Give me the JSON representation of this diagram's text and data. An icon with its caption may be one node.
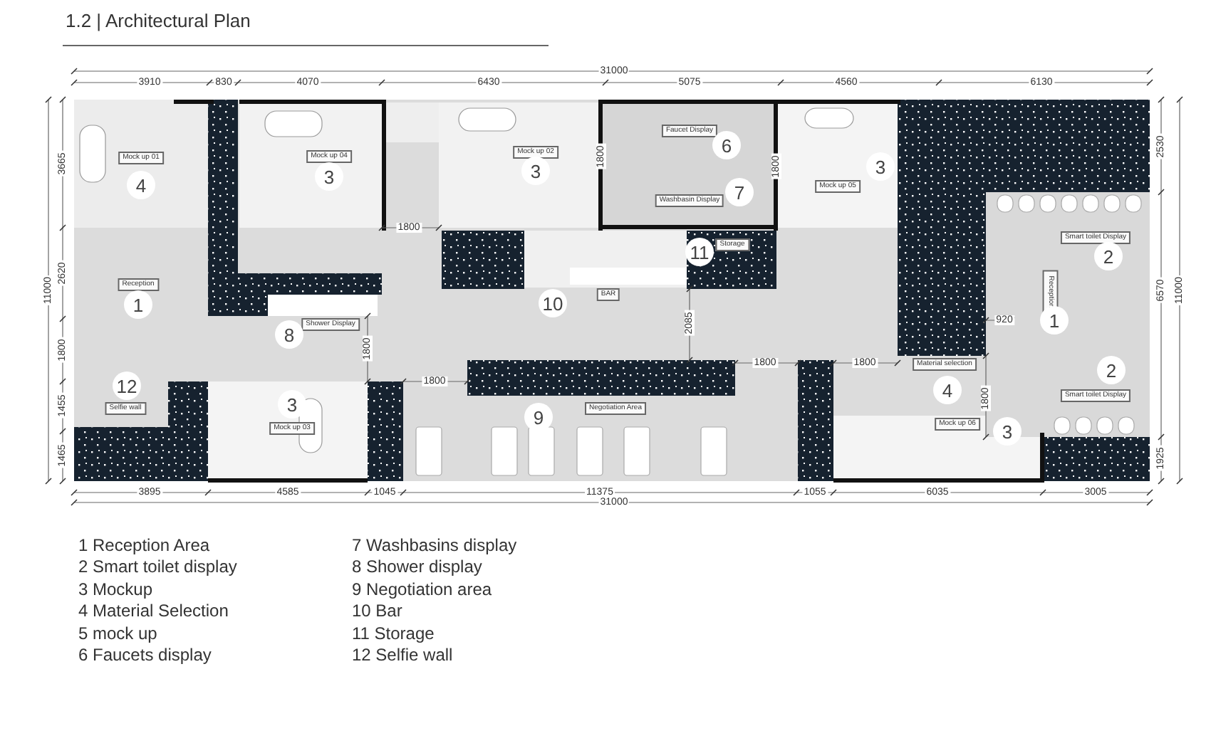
{
  "diagram": {
    "title": "1.2 | Architectural Plan",
    "labels": [
      "31000",
      "3910",
      "830",
      "4070",
      "6430",
      "5075",
      "4560",
      "6130",
      "3665",
      "2620",
      "1800",
      "1455",
      "1465",
      "11000",
      "Mock up 01",
      "4",
      "Mock up 04",
      "3",
      "Mock up 02",
      "3",
      "1800",
      "Faucet Display",
      "6",
      "1800",
      "Washbasin Display",
      "7",
      "Mock up 05",
      "3",
      "2530",
      "1800",
      "Smart toilet Display",
      "2",
      "Reception",
      "Storage",
      "11",
      "1",
      "BAR",
      "10",
      "Reception",
      "6570",
      "11000",
      "Shower Display",
      "8",
      "1800",
      "2085",
      "920",
      "1",
      "1800",
      "1800",
      "Material selection",
      "2",
      "1800",
      "12",
      "4",
      "Smart toilet Display",
      "3",
      "Negotiation Area",
      "9",
      "Selfie wall",
      "1800",
      "1925",
      "Mock up 06",
      "3",
      "Mock up 03",
      "3895",
      "4585",
      "1045",
      "11375",
      "1055",
      "6035",
      "3005",
      "31000",
      "1 Reception Area",
      "2 Smart toilet display",
      "3 Mockup",
      "4 Material Selection",
      "5 mock up",
      "6 Faucets display",
      "7 Washbasins display",
      "8 Shower display",
      "9 Negotiation area",
      "10 Bar",
      "11 Storage",
      "12 Selfie wall"
    ]
  }
}
